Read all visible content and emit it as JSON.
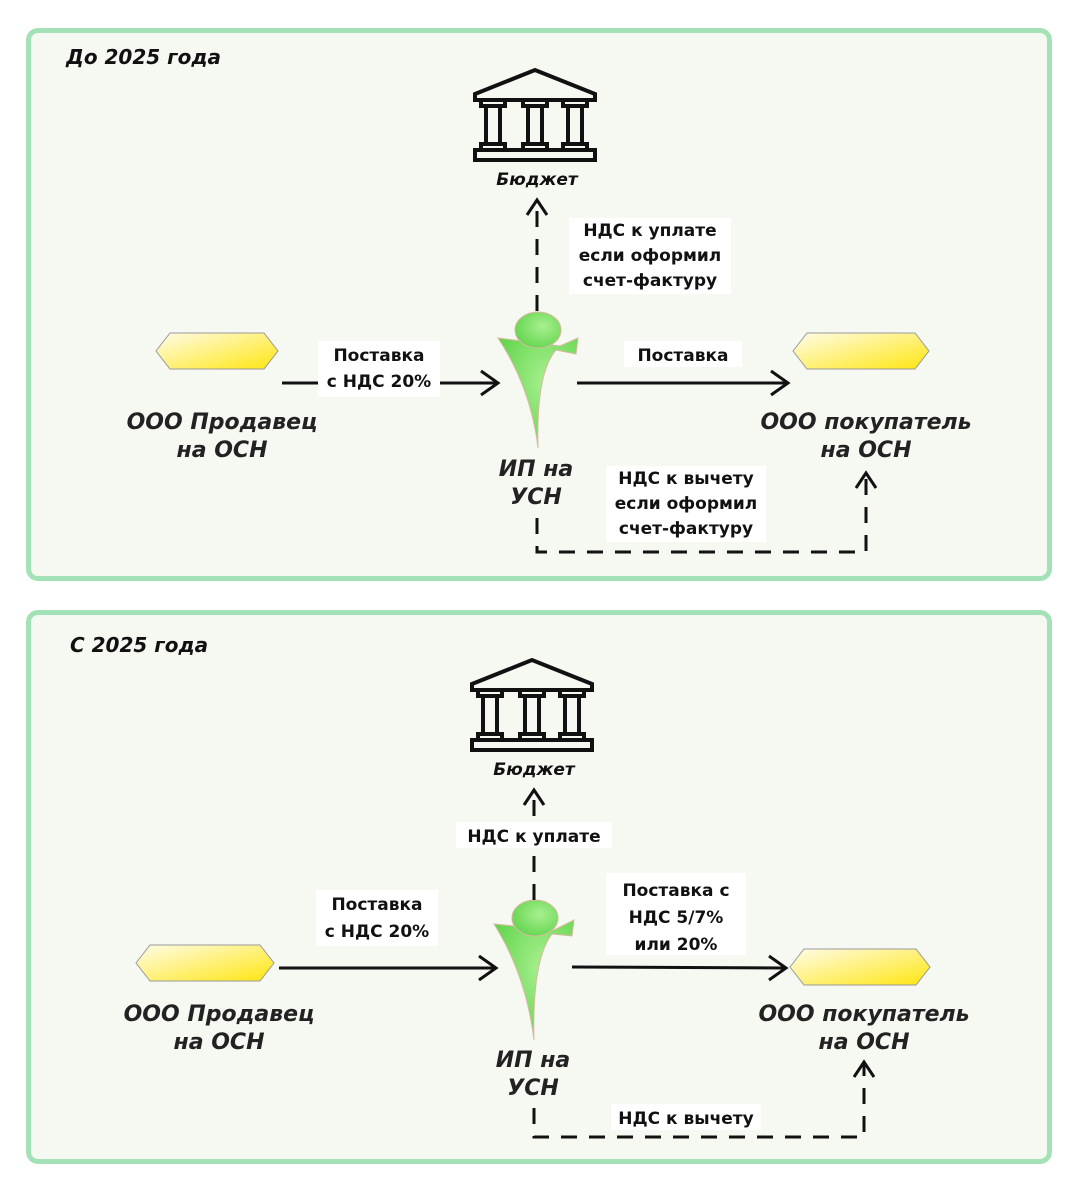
{
  "colors": {
    "panel_border": "#a3e2b6",
    "panel_bg": "#f6f9f2",
    "node_fill_start": "#fffbe0",
    "node_fill_end": "#ffe81a",
    "person_fill": "#7fe06a"
  },
  "panels": [
    {
      "title": "До 2025 года",
      "budget_label": "Бюджет",
      "seller_label": [
        "ООО Продавец",
        "на ОСН"
      ],
      "ip_label": [
        "ИП на",
        "УСН"
      ],
      "buyer_label": [
        "ООО покупатель",
        "на ОСН"
      ],
      "edge_seller_ip": [
        "Поставка",
        "с НДС 20%"
      ],
      "edge_ip_buyer": [
        "Поставка"
      ],
      "edge_ip_budget": [
        "НДС к уплате",
        "если оформил",
        "счет-фактуру"
      ],
      "edge_ip_buyer_vat": [
        "НДС к вычету",
        "если оформил",
        "счет-фактуру"
      ]
    },
    {
      "title": "С 2025 года",
      "budget_label": "Бюджет",
      "seller_label": [
        "ООО Продавец",
        "на ОСН"
      ],
      "ip_label": [
        "ИП на",
        "УСН"
      ],
      "buyer_label": [
        "ООО покупатель",
        "на ОСН"
      ],
      "edge_seller_ip": [
        "Поставка",
        "с НДС 20%"
      ],
      "edge_ip_buyer": [
        "Поставка с",
        "НДС 5/7%",
        "или 20%"
      ],
      "edge_ip_budget": [
        "НДС к уплате"
      ],
      "edge_ip_buyer_vat": [
        "НДС к вычету"
      ]
    }
  ]
}
